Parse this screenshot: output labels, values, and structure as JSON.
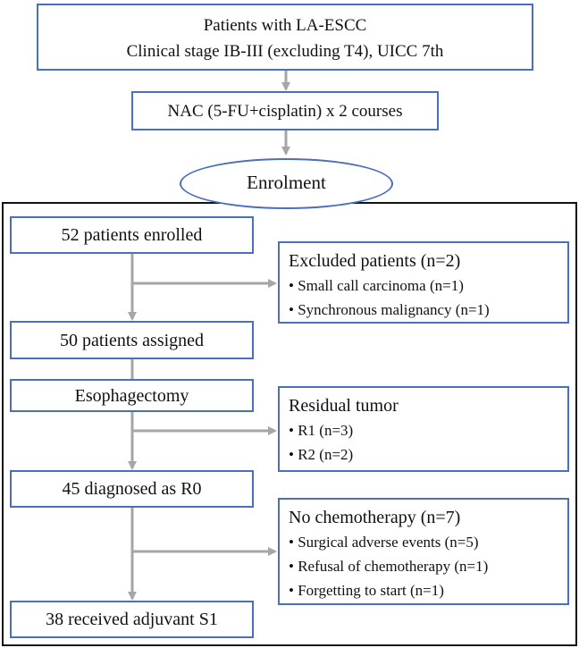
{
  "boxes": {
    "patients_line1": "Patients with LA-ESCC",
    "patients_line2": "Clinical stage IB-III (excluding T4), UICC 7th",
    "nac": "NAC (5-FU+cisplatin) x 2 courses",
    "enrolment": "Enrolment",
    "enrolled": "52 patients enrolled",
    "assigned": "50 patients assigned",
    "esophagectomy": "Esophagectomy",
    "r0": "45 diagnosed as R0",
    "adjuvant": "38 received adjuvant S1"
  },
  "side": {
    "excluded": {
      "title": "Excluded patients (n=2)",
      "items": [
        "• Small call carcinoma (n=1)",
        "• Synchronous malignancy (n=1)"
      ]
    },
    "residual": {
      "title": "Residual tumor",
      "items": [
        "• R1 (n=3)",
        "• R2 (n=2)"
      ]
    },
    "nochemo": {
      "title": "No chemotherapy (n=7)",
      "items": [
        "• Surgical adverse events (n=5)",
        "• Refusal of chemotherapy (n=1)",
        "• Forgetting to start (n=1)"
      ]
    }
  },
  "colors": {
    "box_border": "#4a6fbf",
    "arrow": "#a6a6a6",
    "frame": "#111111"
  }
}
